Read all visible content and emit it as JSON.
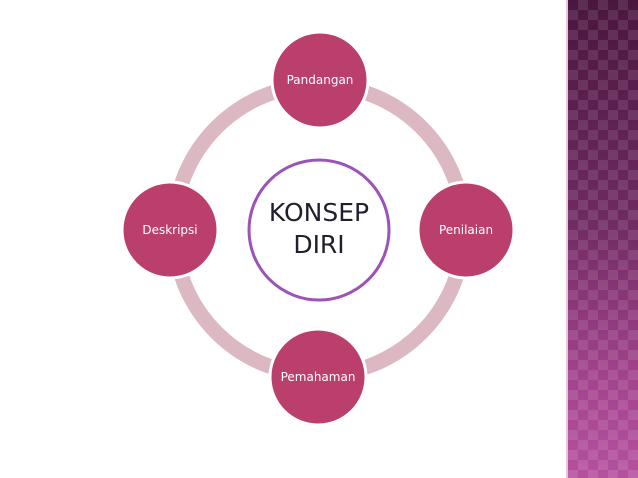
{
  "diagram": {
    "center": {
      "line1": "KONSEP",
      "line2": "DIRI"
    },
    "nodes": {
      "top": "Pandangan",
      "right": "Penilaian",
      "bottom": "Pemahaman",
      "left": "Deskripsi"
    }
  },
  "colors": {
    "node_fill": "#bb3f6c",
    "node_stroke": "#ffffff",
    "ring": "#dcb8c3",
    "center_stroke": "#9c52b6",
    "panel_dark": "#4a1640",
    "panel_light": "#b552a0"
  }
}
